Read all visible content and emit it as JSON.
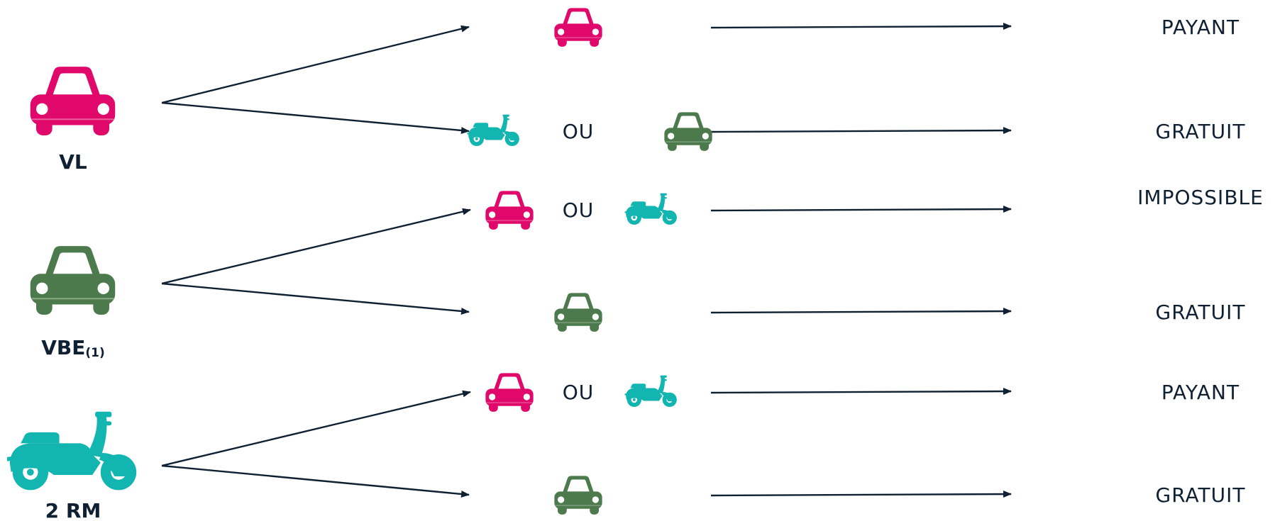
{
  "colors": {
    "pink": "#e0086a",
    "green": "#4c7a4c",
    "teal": "#12b5b0",
    "ink": "#0f2033"
  },
  "sources": [
    {
      "label": "VL",
      "sub": "",
      "icon": "car-icon",
      "color": "pink"
    },
    {
      "label": "VBE",
      "sub": "(1)",
      "icon": "car-icon",
      "color": "green"
    },
    {
      "label": "2 RM",
      "sub": "",
      "icon": "scooter-icon",
      "color": "teal"
    }
  ],
  "or_label": "OU",
  "rows": [
    {
      "targets": [
        {
          "icon": "car-icon",
          "color": "pink"
        }
      ],
      "result": "PAYANT"
    },
    {
      "targets": [
        {
          "icon": "scooter-icon",
          "color": "teal"
        },
        {
          "icon": "car-icon",
          "color": "green"
        }
      ],
      "result": "GRATUIT"
    },
    {
      "targets": [
        {
          "icon": "car-icon",
          "color": "pink"
        },
        {
          "icon": "scooter-icon",
          "color": "teal"
        }
      ],
      "result": "IMPOSSIBLE"
    },
    {
      "targets": [
        {
          "icon": "car-icon",
          "color": "green"
        }
      ],
      "result": "GRATUIT"
    },
    {
      "targets": [
        {
          "icon": "car-icon",
          "color": "pink"
        },
        {
          "icon": "scooter-icon",
          "color": "teal"
        }
      ],
      "result": "PAYANT"
    },
    {
      "targets": [
        {
          "icon": "car-icon",
          "color": "green"
        }
      ],
      "result": "GRATUIT"
    }
  ]
}
